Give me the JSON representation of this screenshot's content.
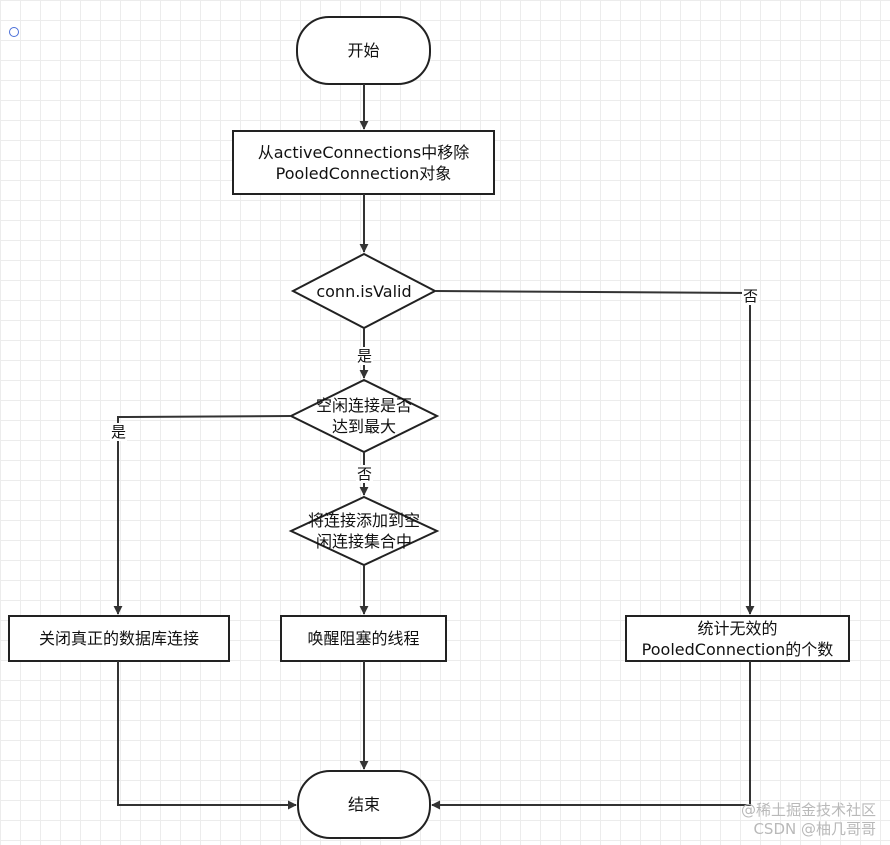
{
  "nodes": {
    "start": "开始",
    "remove": "从activeConnections中移除\nPooledConnection对象",
    "check_valid": "conn.isValid",
    "check_idle_full": "空闲连接是否\n达到最大",
    "add_idle": "将连接添加到空\n闲连接集合中",
    "close_real": "关闭真正的数据库连接",
    "wake_threads": "唤醒阻塞的线程",
    "count_invalid": "统计无效的\nPooledConnection的个数",
    "end": "结束"
  },
  "edge_labels": {
    "valid_no": "否",
    "valid_yes": "是",
    "full_yes": "是",
    "full_no": "否"
  },
  "watermark": {
    "line1": "@稀土掘金技术社区",
    "line2": "CSDN @柚几哥哥"
  }
}
